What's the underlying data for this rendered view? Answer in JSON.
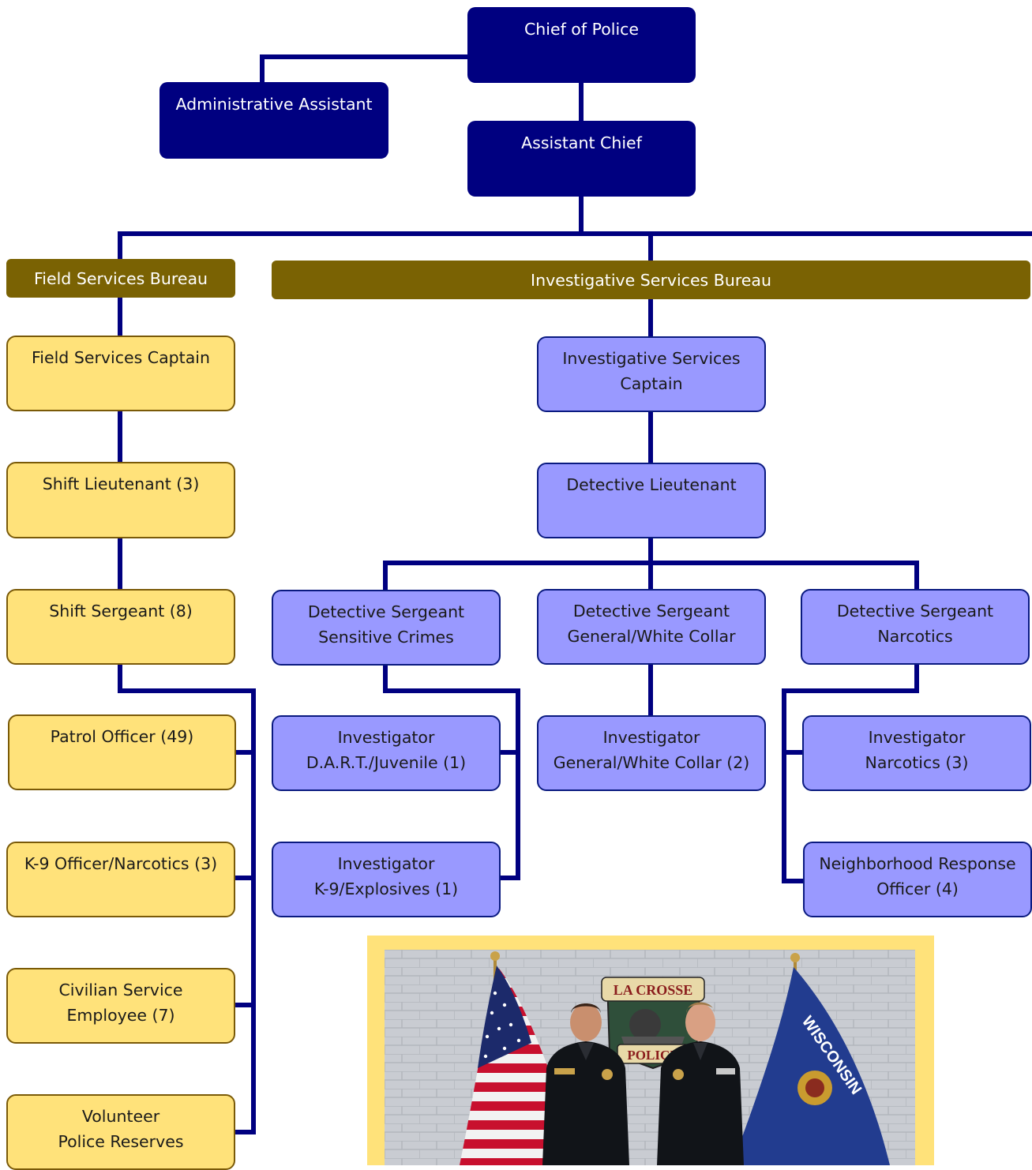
{
  "colors": {
    "connector": "#000080",
    "executive": "#000080",
    "bureau": "#7a6203",
    "field": "#ffe27a",
    "investigative": "#9999ff"
  },
  "nodes": {
    "chief": "Chief of Police",
    "admin_assistant": "Administrative Assistant",
    "assistant_chief": "Assistant Chief",
    "field_bureau": "Field Services Bureau",
    "investigative_bureau": "Investigative Services Bureau",
    "field_captain": "Field Services Captain",
    "shift_lieutenant": "Shift Lieutenant (3)",
    "shift_sergeant": "Shift Sergeant (8)",
    "patrol_officer": "Patrol Officer (49)",
    "k9_officer": "K-9 Officer/Narcotics (3)",
    "civilian_service": [
      "Civilian Service",
      "Employee (7)"
    ],
    "volunteer_reserves": [
      "Volunteer",
      "Police Reserves"
    ],
    "investigative_captain": [
      "Investigative Services",
      "Captain"
    ],
    "detective_lieutenant": "Detective Lieutenant",
    "sgt_sensitive": [
      "Detective Sergeant",
      "Sensitive Crimes"
    ],
    "sgt_general": [
      "Detective Sergeant",
      "General/White Collar"
    ],
    "sgt_narcotics": [
      "Detective Sergeant",
      "Narcotics"
    ],
    "inv_dart": [
      "Investigator",
      "D.A.R.T./Juvenile (1)"
    ],
    "inv_k9": [
      "Investigator",
      "K-9/Explosives (1)"
    ],
    "inv_general": [
      "Investigator",
      "General/White Collar (2)"
    ],
    "inv_narcotics": [
      "Investigator",
      "Narcotics (3)"
    ],
    "neighborhood_officer": [
      "Neighborhood Response",
      "Officer (4)"
    ]
  },
  "photo": {
    "emblem_line1": "LA CROSSE",
    "emblem_line2": "POLICE",
    "flag_text": "WISCONSIN"
  }
}
